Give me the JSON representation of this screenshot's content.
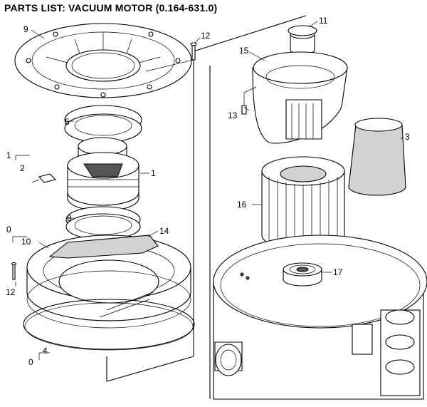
{
  "title": "PARTS LIST: VACUUM MOTOR (0.164-631.0)",
  "callouts": {
    "c9": "9",
    "c12_top": "12",
    "c11": "11",
    "c15": "15",
    "c13": "13",
    "c5": "5",
    "c3": "3",
    "c1_group": "1",
    "c2": "2",
    "c1_motor": "1",
    "c16": "16",
    "c8": "8",
    "c0_group": "0",
    "c10": "10",
    "c14": "14",
    "c17": "17",
    "c12_bottom": "12",
    "c0_bottom": "0",
    "c4": "4"
  }
}
